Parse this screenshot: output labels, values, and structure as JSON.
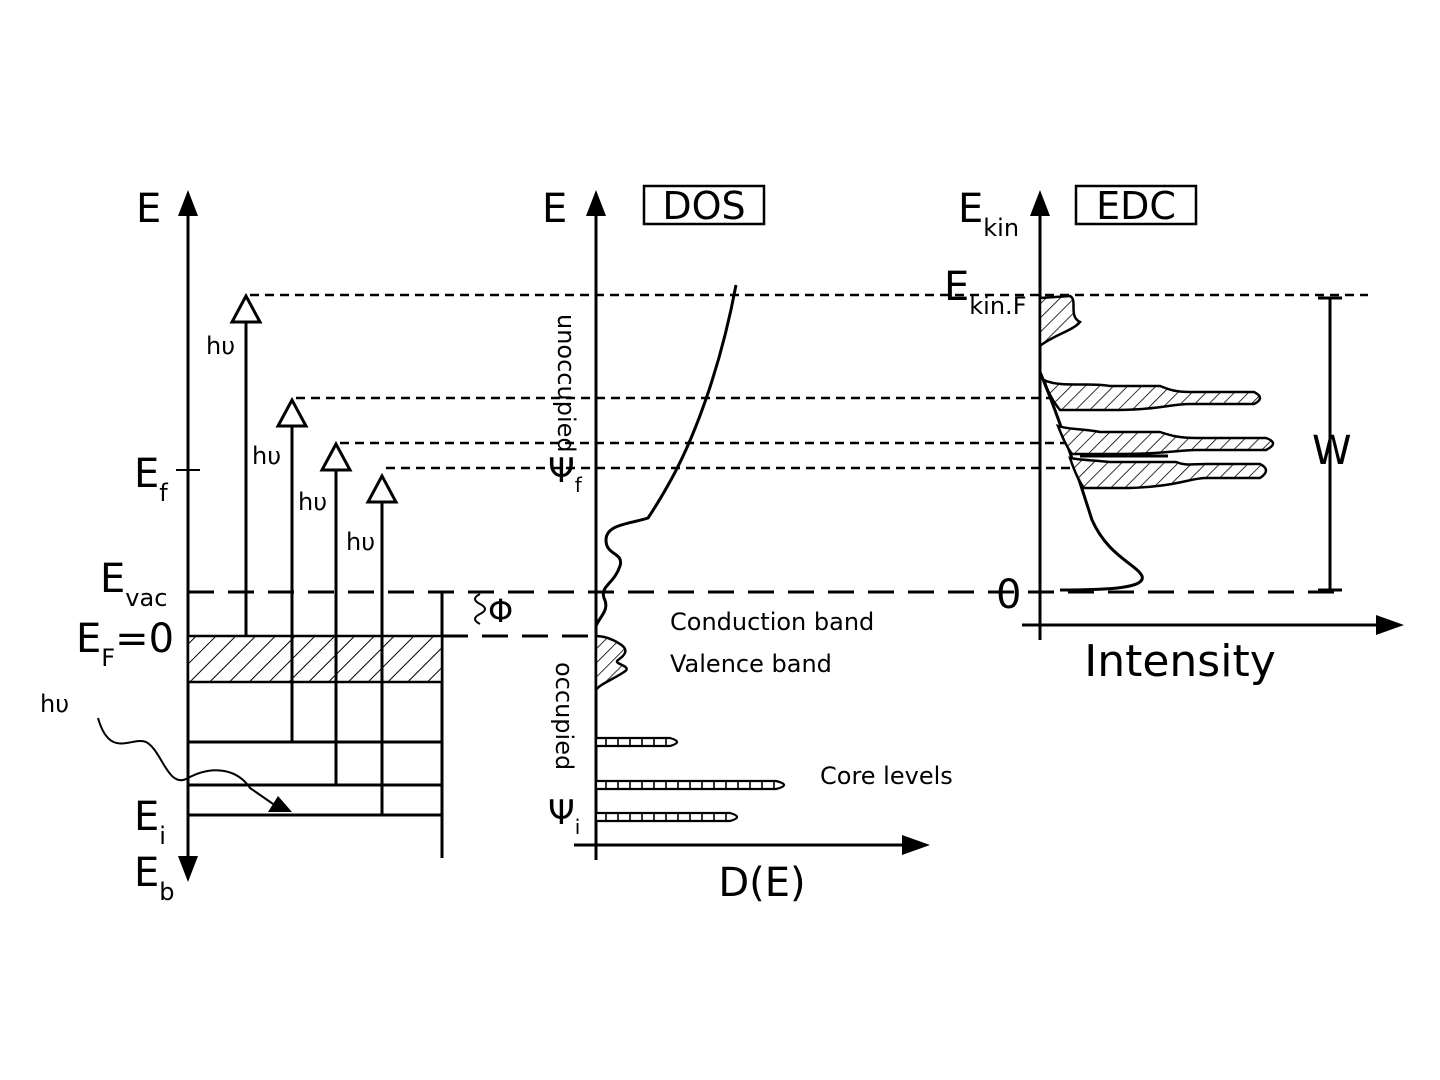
{
  "left_panel": {
    "axis_top_label": "E",
    "axis_bottom_label": "E",
    "axis_bottom_sub": "b",
    "e_f_label": "E",
    "e_f_sub": "f",
    "e_vac_label": "E",
    "e_vac_sub": "vac",
    "fermi_label": "E",
    "fermi_sub": "F",
    "fermi_suffix": "=0",
    "e_i_label": "E",
    "e_i_sub": "i",
    "photon_label": "hυ",
    "work_function_symbol": "Φ"
  },
  "dos_panel": {
    "box_title": "DOS",
    "axis_y_label": "E",
    "axis_x_label": "D(E)",
    "unoccupied_label": "unoccupied",
    "occupied_label": "occupied",
    "psi_f_label": "Ψ",
    "psi_f_sub": "f",
    "psi_i_label": "Ψ",
    "psi_i_sub": "i",
    "conduction_band_label": "Conduction band",
    "valence_band_label": "Valence band",
    "core_levels_label": "Core levels"
  },
  "edc_panel": {
    "box_title": "EDC",
    "axis_y_label": "E",
    "axis_y_sub": "kin",
    "ekin_f_label": "E",
    "ekin_f_sub": "kin.F",
    "zero_label": "0",
    "width_label": "W",
    "axis_x_label": "Intensity"
  }
}
